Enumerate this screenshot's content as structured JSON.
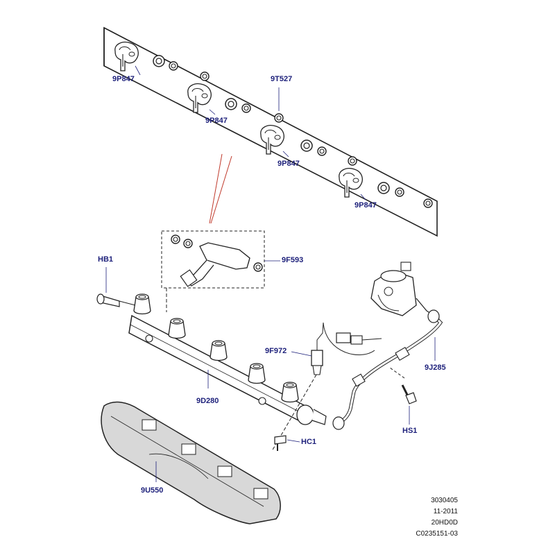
{
  "colors": {
    "label": "#1c1f7a",
    "line": "#222222",
    "leader": "#c0392b",
    "part_fill": "#ffffff",
    "shade": "#cfcfcf"
  },
  "callouts": {
    "p1": "9P847",
    "p2": "9P847",
    "p3": "9P847",
    "p4": "9P847",
    "t527": "9T527",
    "f593": "9F593",
    "hb1": "HB1",
    "f972": "9F972",
    "j285": "9J285",
    "d280": "9D280",
    "hs1": "HS1",
    "hc1": "HC1",
    "u550": "9U550"
  },
  "reference": {
    "line1": "3030405",
    "line2": "11-2011",
    "line3": "20HD0D",
    "line4": "C0235151-03"
  }
}
